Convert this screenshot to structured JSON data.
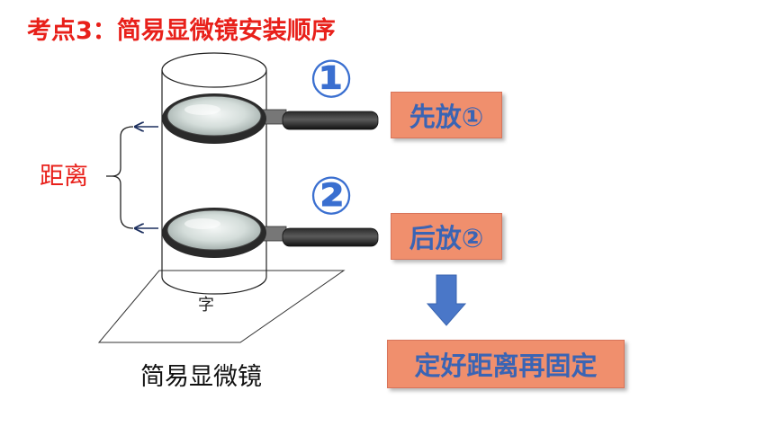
{
  "title": "考点3：简易显微镜安装顺序",
  "labels": {
    "distance": "距离",
    "paper_char": "字",
    "caption": "简易显微镜",
    "num1": "①",
    "num2": "②"
  },
  "boxes": {
    "first": "先放①",
    "second": "后放②",
    "final": "定好距离再固定"
  },
  "colors": {
    "title": "#e8201a",
    "box_fill": "#f08f6d",
    "box_text": "#3a64b4",
    "arrow": "#4a77c8",
    "number": "#3a6fd0"
  }
}
